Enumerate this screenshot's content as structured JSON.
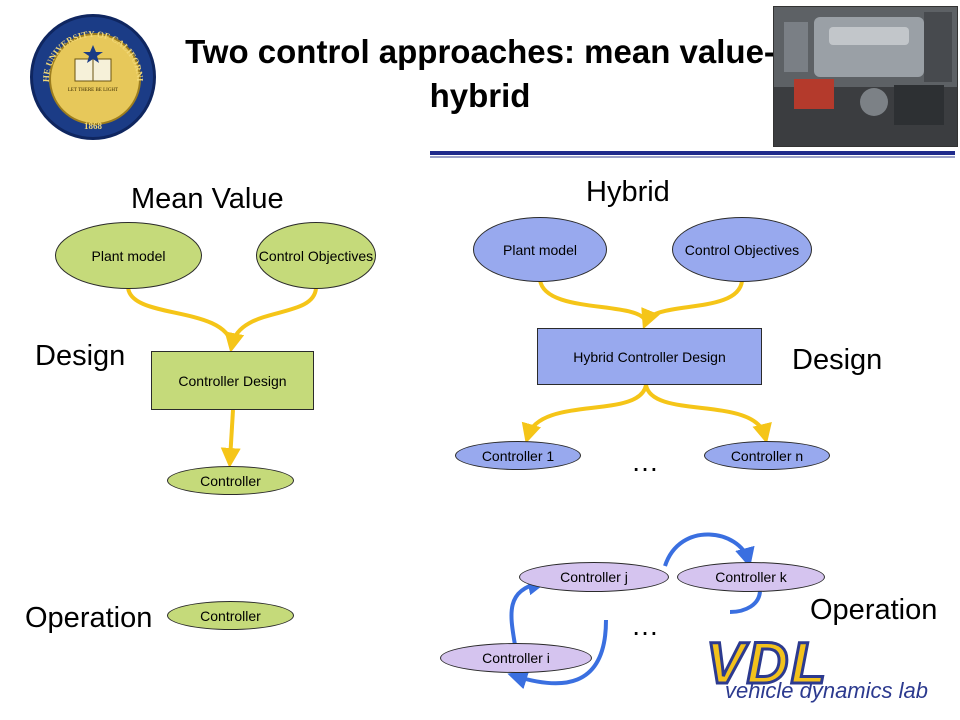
{
  "slide": {
    "title": "Two control approaches: mean value-hybrid"
  },
  "logo": {
    "seal_text": "THE UNIVERSITY OF CALIFORNIA",
    "seal_motto": "LET THERE BE LIGHT",
    "seal_year": "1868"
  },
  "mean_value": {
    "heading": "Mean Value",
    "design_label": "Design",
    "operation_label": "Operation",
    "plant_model": "Plant model",
    "control_objectives": "Control Objectives",
    "controller_design": "Controller Design",
    "controller": "Controller",
    "operation_controller": "Controller"
  },
  "hybrid": {
    "heading": "Hybrid",
    "design_label": "Design",
    "operation_label": "Operation",
    "plant_model": "Plant model",
    "control_objectives": "Control Objectives",
    "hybrid_controller_design": "Hybrid Controller Design",
    "controller_1": "Controller 1",
    "controller_n": "Controller n",
    "design_ellipsis": "…",
    "controller_j": "Controller j",
    "controller_k": "Controller k",
    "controller_i": "Controller i",
    "operation_ellipsis": "…"
  },
  "vdl_logo": {
    "wordmark": "VDL",
    "subtitle": "vehicle dynamics lab"
  },
  "colors": {
    "green_node": "#c5da7a",
    "blue_node": "#98a9ee",
    "lilac_node": "#d5c4ef",
    "design_arrow": "#f5c518",
    "operation_arrow": "#3a6fe0",
    "title_rule": "#1f2a8c"
  }
}
